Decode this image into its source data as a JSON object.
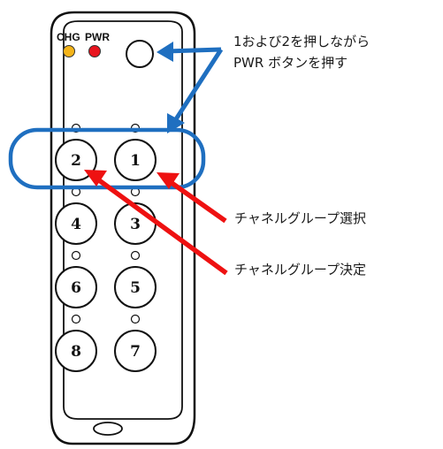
{
  "remote": {
    "indicators": {
      "chg_label": "CHG",
      "pwr_label": "PWR"
    },
    "buttons": [
      "2",
      "1",
      "4",
      "3",
      "6",
      "5",
      "8",
      "7"
    ]
  },
  "callouts": {
    "power_line1": "1および2を押しながら",
    "power_line2": "PWR ボタンを押す",
    "select": "チャネルグループ選択",
    "confirm": "チャネルグループ決定"
  },
  "colors": {
    "highlight": "#1f6fc0",
    "arrow_blue": "#1f6fc0",
    "arrow_red": "#ee1111",
    "chg_led": "#f4b41a",
    "pwr_led": "#e8141e"
  }
}
